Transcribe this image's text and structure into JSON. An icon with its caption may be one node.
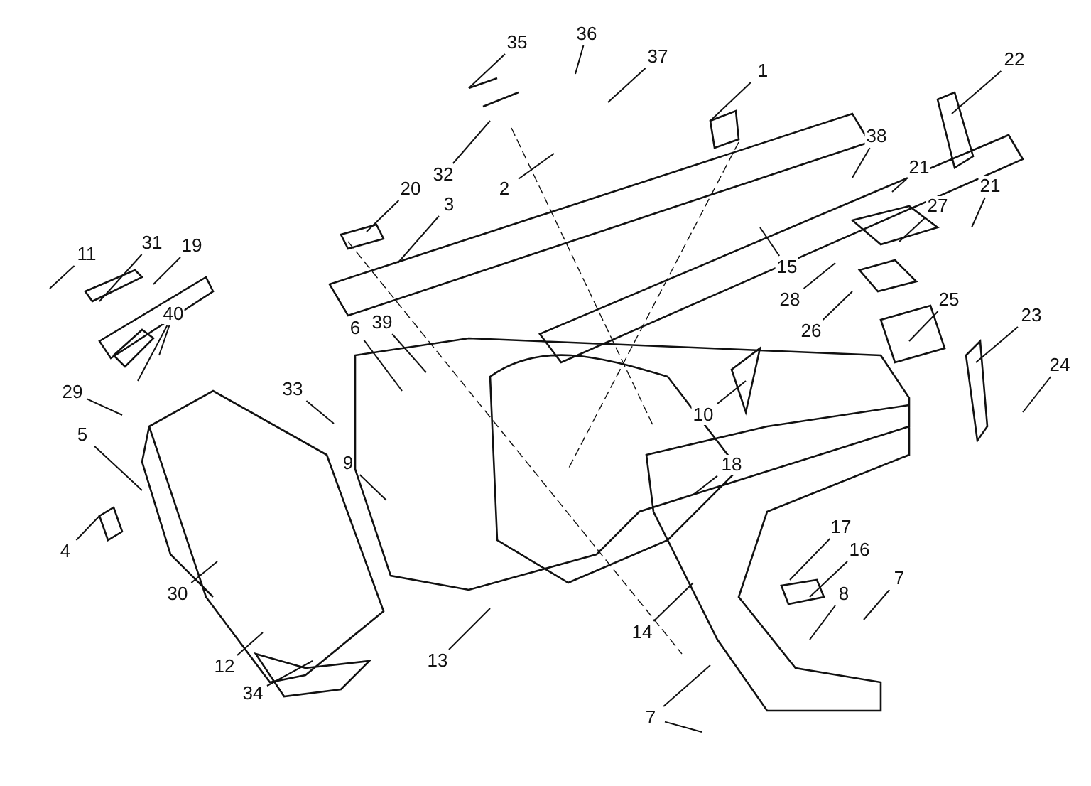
{
  "diagram": {
    "nodes": [
      {
        "text": [
          "35"
        ]
      },
      {
        "text": [
          "36"
        ]
      },
      {
        "text": [
          "37"
        ]
      },
      {
        "text": [
          "1"
        ]
      },
      {
        "text": [
          "22"
        ]
      },
      {
        "text": [
          "32"
        ]
      },
      {
        "text": [
          "2"
        ]
      },
      {
        "text": [
          "20"
        ]
      },
      {
        "text": [
          "3"
        ]
      },
      {
        "text": [
          "38"
        ]
      },
      {
        "text": [
          "21"
        ]
      },
      {
        "text": [
          "21"
        ]
      },
      {
        "text": [
          "27"
        ]
      },
      {
        "text": [
          "15"
        ]
      },
      {
        "text": [
          "28"
        ]
      },
      {
        "text": [
          "26"
        ]
      },
      {
        "text": [
          "25"
        ]
      },
      {
        "text": [
          "23"
        ]
      },
      {
        "text": [
          "24"
        ]
      },
      {
        "text": [
          "11"
        ]
      },
      {
        "text": [
          "31"
        ]
      },
      {
        "text": [
          "19"
        ]
      },
      {
        "text": [
          "40"
        ]
      },
      {
        "text": [
          "6"
        ]
      },
      {
        "text": [
          "39"
        ]
      },
      {
        "text": [
          "29"
        ]
      },
      {
        "text": [
          "33"
        ]
      },
      {
        "text": [
          "5"
        ]
      },
      {
        "text": [
          "9"
        ]
      },
      {
        "text": [
          "10"
        ]
      },
      {
        "text": [
          "18"
        ]
      },
      {
        "text": [
          "4"
        ]
      },
      {
        "text": [
          "30"
        ]
      },
      {
        "text": [
          "17"
        ]
      },
      {
        "text": [
          "16"
        ]
      },
      {
        "text": [
          "8"
        ]
      },
      {
        "text": [
          "7"
        ]
      },
      {
        "text": [
          "14"
        ]
      },
      {
        "text": [
          "13"
        ]
      },
      {
        "text": [
          "12"
        ]
      },
      {
        "text": [
          "34"
        ]
      },
      {
        "text": [
          "7"
        ]
      }
    ],
    "edges": [
      {
        "from": 0,
        "to": null,
        "arrow": "none"
      },
      {
        "from": 1,
        "to": null,
        "arrow": "none"
      },
      {
        "from": 2,
        "to": null,
        "arrow": "none"
      },
      {
        "from": 3,
        "to": null,
        "arrow": "none"
      },
      {
        "from": 4,
        "to": null,
        "arrow": "none"
      },
      {
        "from": 5,
        "to": null,
        "arrow": "none"
      },
      {
        "from": 6,
        "to": null,
        "arrow": "none"
      },
      {
        "from": 7,
        "to": null,
        "arrow": "none"
      },
      {
        "from": 8,
        "to": null,
        "arrow": "none"
      },
      {
        "from": 9,
        "to": null,
        "arrow": "none"
      },
      {
        "from": 10,
        "to": null,
        "arrow": "none"
      },
      {
        "from": 11,
        "to": null,
        "arrow": "none"
      },
      {
        "from": 12,
        "to": null,
        "arrow": "none"
      },
      {
        "from": 13,
        "to": null,
        "arrow": "none"
      },
      {
        "from": 14,
        "to": null,
        "arrow": "none"
      },
      {
        "from": 15,
        "to": null,
        "arrow": "none"
      },
      {
        "from": 16,
        "to": null,
        "arrow": "none"
      },
      {
        "from": 17,
        "to": null,
        "arrow": "none"
      },
      {
        "from": 18,
        "to": null,
        "arrow": "none"
      },
      {
        "from": 19,
        "to": null,
        "arrow": "none"
      },
      {
        "from": 20,
        "to": null,
        "arrow": "none"
      },
      {
        "from": 21,
        "to": null,
        "arrow": "none"
      },
      {
        "from": 22,
        "to": null,
        "arrow": "none"
      },
      {
        "from": 22,
        "to": null,
        "arrow": "none"
      },
      {
        "from": 23,
        "to": null,
        "arrow": "none"
      },
      {
        "from": 24,
        "to": null,
        "arrow": "none"
      },
      {
        "from": 25,
        "to": null,
        "arrow": "none"
      },
      {
        "from": 26,
        "to": null,
        "arrow": "none"
      },
      {
        "from": 27,
        "to": null,
        "arrow": "none"
      },
      {
        "from": 28,
        "to": null,
        "arrow": "none"
      },
      {
        "from": 29,
        "to": null,
        "arrow": "none"
      },
      {
        "from": 30,
        "to": null,
        "arrow": "none"
      },
      {
        "from": 31,
        "to": null,
        "arrow": "none"
      },
      {
        "from": 32,
        "to": null,
        "arrow": "none"
      },
      {
        "from": 33,
        "to": null,
        "arrow": "none"
      },
      {
        "from": 34,
        "to": null,
        "arrow": "none"
      },
      {
        "from": 35,
        "to": null,
        "arrow": "none"
      },
      {
        "from": 36,
        "to": null,
        "arrow": "none"
      },
      {
        "from": 37,
        "to": null,
        "arrow": "none"
      },
      {
        "from": 38,
        "to": null,
        "arrow": "none"
      },
      {
        "from": 39,
        "to": null,
        "arrow": "none"
      },
      {
        "from": 40,
        "to": null,
        "arrow": "none"
      },
      {
        "from": 41,
        "to": null,
        "arrow": "none"
      },
      {
        "from": 41,
        "to": null,
        "arrow": "none"
      }
    ]
  }
}
